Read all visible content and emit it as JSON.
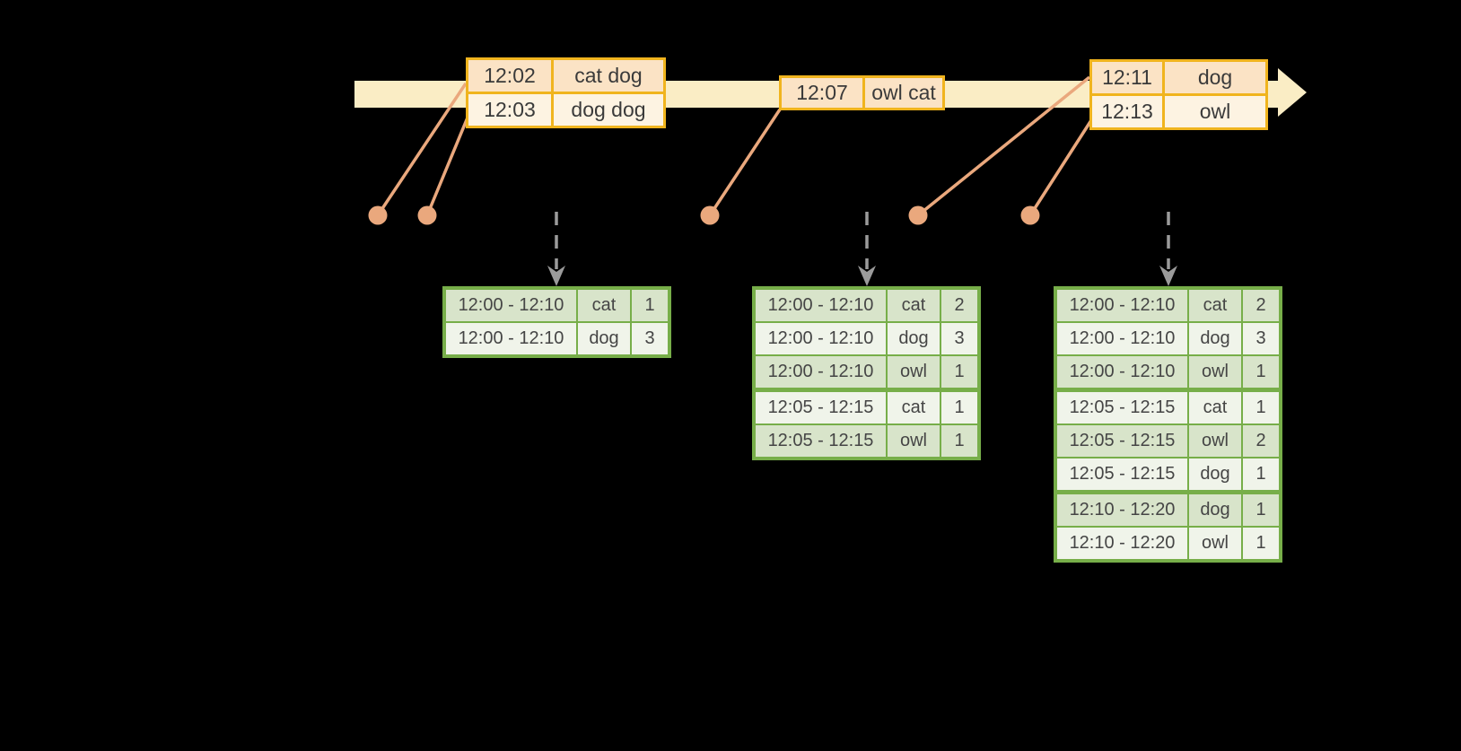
{
  "colors": {
    "background": "#000000",
    "timeline_band": "#FAEDC5",
    "event_table_border": "#F0B41E",
    "event_row_dark": "#FBE3C5",
    "event_row_light": "#FDF3E2",
    "connector_salmon": "#EAA87D",
    "dashed_arrow_gray": "#9B9B9B",
    "result_table_border": "#77AE49",
    "result_row_dark": "#D8E4CA",
    "result_row_light": "#F0F4EA",
    "text": "#3A3A3A"
  },
  "event_tables": [
    {
      "rows": [
        {
          "time": "12:02",
          "words": "cat dog"
        },
        {
          "time": "12:03",
          "words": "dog dog"
        }
      ]
    },
    {
      "rows": [
        {
          "time": "12:07",
          "words": "owl cat"
        }
      ]
    },
    {
      "rows": [
        {
          "time": "12:11",
          "words": "dog"
        },
        {
          "time": "12:13",
          "words": "owl"
        }
      ]
    }
  ],
  "result_tables": [
    {
      "rows": [
        {
          "window": "12:00 - 12:10",
          "word": "cat",
          "count": "1"
        },
        {
          "window": "12:00 - 12:10",
          "word": "dog",
          "count": "3"
        }
      ]
    },
    {
      "rows": [
        {
          "window": "12:00 - 12:10",
          "word": "cat",
          "count": "2"
        },
        {
          "window": "12:00 - 12:10",
          "word": "dog",
          "count": "3"
        },
        {
          "window": "12:00 - 12:10",
          "word": "owl",
          "count": "1"
        },
        {
          "window": "12:05 - 12:15",
          "word": "cat",
          "count": "1"
        },
        {
          "window": "12:05 - 12:15",
          "word": "owl",
          "count": "1"
        }
      ]
    },
    {
      "rows": [
        {
          "window": "12:00 - 12:10",
          "word": "cat",
          "count": "2"
        },
        {
          "window": "12:00 - 12:10",
          "word": "dog",
          "count": "3"
        },
        {
          "window": "12:00 - 12:10",
          "word": "owl",
          "count": "1"
        },
        {
          "window": "12:05 - 12:15",
          "word": "cat",
          "count": "1"
        },
        {
          "window": "12:05 - 12:15",
          "word": "owl",
          "count": "2"
        },
        {
          "window": "12:05 - 12:15",
          "word": "dog",
          "count": "1"
        },
        {
          "window": "12:10 - 12:20",
          "word": "dog",
          "count": "1"
        },
        {
          "window": "12:10 - 12:20",
          "word": "owl",
          "count": "1"
        }
      ]
    }
  ]
}
